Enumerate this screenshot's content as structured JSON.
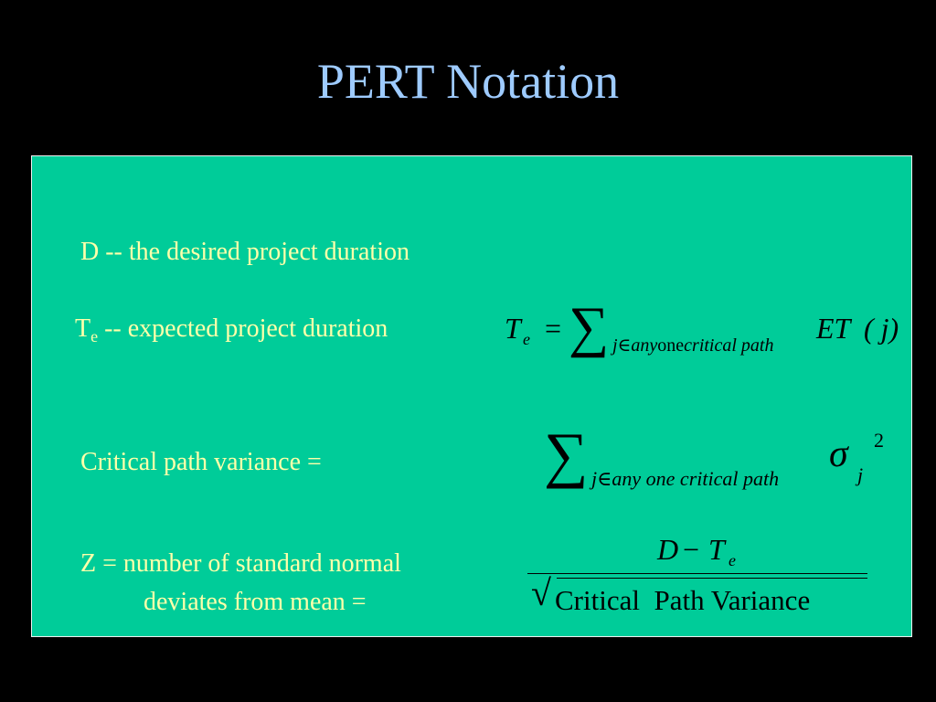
{
  "title": "PERT Notation",
  "notation": {
    "d_line": "D -- the desired project duration",
    "te_symbol": "T",
    "te_sub": "e",
    "te_rest": " -- expected project duration",
    "variance_line": "Critical path variance =",
    "z_line1": "Z = number of standard normal",
    "z_line2": "deviates from mean ="
  },
  "formulas": {
    "te": {
      "lhs": "T",
      "lhs_sub": "e",
      "equals": "=",
      "sum": "∑",
      "index_j": "j",
      "index_in": "∈",
      "index_any": "any",
      "index_one": "one",
      "index_critical": "critical path",
      "term": "ET",
      "arg": "( j)"
    },
    "variance": {
      "sum": "∑",
      "index": "j∈any one critical path",
      "sigma": "σ",
      "sub": "j",
      "sup": "2"
    },
    "z": {
      "num_d": "D",
      "num_minus": "−",
      "num_t": "T",
      "num_sub": "e",
      "radical": "√",
      "den": "Critical  Path Variance"
    }
  }
}
